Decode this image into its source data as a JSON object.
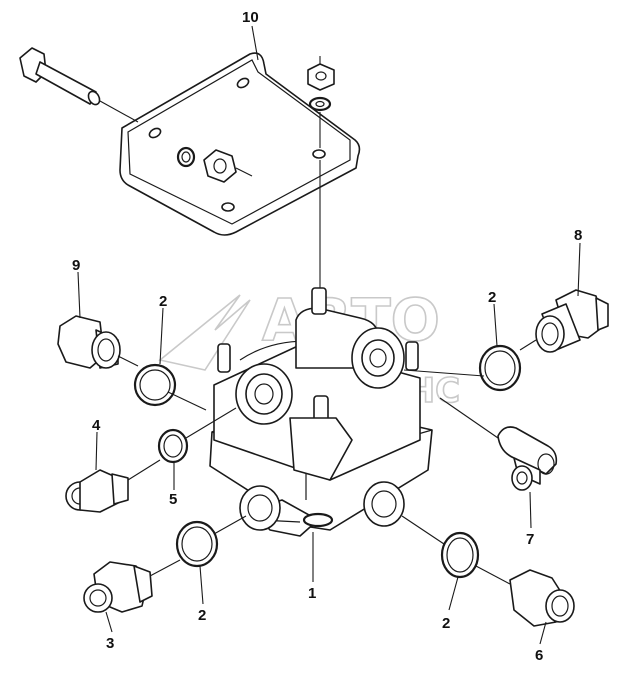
{
  "watermark": {
    "line1": "АВТО",
    "line2": "АЛЬЯНС"
  },
  "callouts": [
    {
      "id": "c10",
      "label": "10"
    },
    {
      "id": "c8",
      "label": "8"
    },
    {
      "id": "c9",
      "label": "9"
    },
    {
      "id": "c2a",
      "label": "2"
    },
    {
      "id": "c2b",
      "label": "2"
    },
    {
      "id": "c4",
      "label": "4"
    },
    {
      "id": "c5",
      "label": "5"
    },
    {
      "id": "c7",
      "label": "7"
    },
    {
      "id": "c1",
      "label": "1"
    },
    {
      "id": "c3",
      "label": "3"
    },
    {
      "id": "c2c",
      "label": "2"
    },
    {
      "id": "c2d",
      "label": "2"
    },
    {
      "id": "c6",
      "label": "6"
    }
  ],
  "colors": {
    "line": "#1a1a1a",
    "watermark": "#c9c9c9",
    "background": "#ffffff"
  }
}
